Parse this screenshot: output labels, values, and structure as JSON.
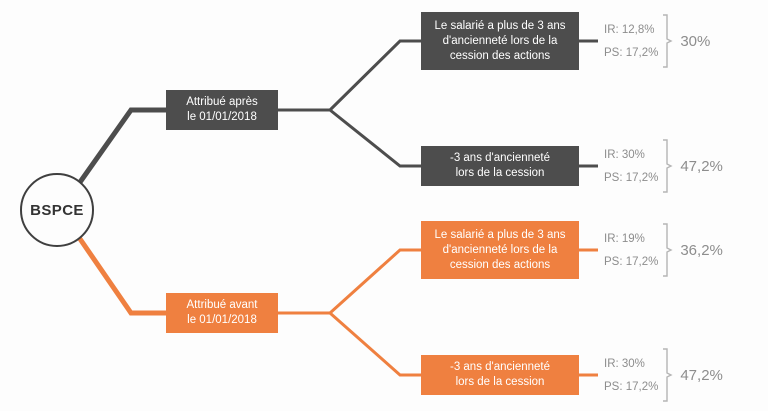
{
  "diagram": {
    "title_node": {
      "label": "BSPCE"
    },
    "colors": {
      "dark": "#4d4d4d",
      "orange": "#ef8040",
      "text_gray": "#8d8d8d",
      "background": "#fdfdfd"
    },
    "branches": [
      {
        "id": "apres",
        "label": "Attribué après\nle 01/01/2018",
        "label_line1": "Attribué après",
        "label_line2": "le 01/01/2018",
        "color": "dark",
        "leaves": [
          {
            "id": "apres-plus3ans",
            "label_line1": "Le salarié a plus de 3 ans",
            "label_line2": "d'ancienneté lors de la",
            "label_line3": "cession des actions",
            "ir": "IR: 12,8%",
            "ps": "PS: 17,2%",
            "total": "30%"
          },
          {
            "id": "apres-moins3ans",
            "label_line1": "-3 ans d'ancienneté",
            "label_line2": "lors de la cession",
            "ir": "IR: 30%",
            "ps": "PS: 17,2%",
            "total": "47,2%"
          }
        ]
      },
      {
        "id": "avant",
        "label": "Attribué avant\nle 01/01/2018",
        "label_line1": "Attribué avant",
        "label_line2": "le 01/01/2018",
        "color": "orange",
        "leaves": [
          {
            "id": "avant-plus3ans",
            "label_line1": "Le salarié a plus de 3 ans",
            "label_line2": "d'ancienneté lors de la",
            "label_line3": "cession des actions",
            "ir": "IR: 19%",
            "ps": "PS: 17,2%",
            "total": "36,2%"
          },
          {
            "id": "avant-moins3ans",
            "label_line1": "-3 ans d'ancienneté",
            "label_line2": "lors de la cession",
            "ir": "IR: 30%",
            "ps": "PS: 17,2%",
            "total": "47,2%"
          }
        ]
      }
    ]
  }
}
